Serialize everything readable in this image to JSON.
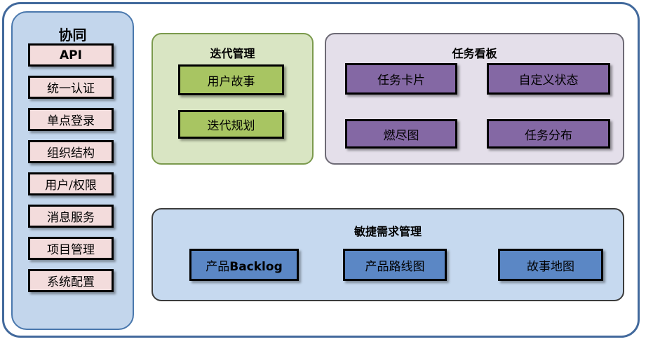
{
  "diagram": {
    "background_color": "#ffffff",
    "frame_color": "#42699c"
  },
  "sidebar": {
    "title": "协同",
    "panel_color": "#c3d6ec",
    "border_color": "#4a78ad",
    "item_color": "#f3dcdc",
    "items": [
      {
        "label": "API",
        "bold": true
      },
      {
        "label": "统一认证",
        "bold": false
      },
      {
        "label": "单点登录",
        "bold": false
      },
      {
        "label": "组织结构",
        "bold": false
      },
      {
        "label": "用户/权限",
        "bold": false
      },
      {
        "label": "消息服务",
        "bold": false
      },
      {
        "label": "项目管理",
        "bold": false
      },
      {
        "label": "系统配置",
        "bold": false
      }
    ]
  },
  "iteration_panel": {
    "title": "迭代管理",
    "panel_color": "#d9e5c3",
    "border_color": "#7b9a4d",
    "item_color": "#a8c562",
    "items": [
      {
        "label": "用户故事"
      },
      {
        "label": "迭代规划"
      }
    ]
  },
  "taskboard_panel": {
    "title": "任务看板",
    "panel_color": "#e4dfea",
    "border_color": "#6d6a75",
    "item_color": "#8468a4",
    "items": [
      {
        "label": "任务卡片"
      },
      {
        "label": "自定义状态"
      },
      {
        "label": "燃尽图"
      },
      {
        "label": "任务分布"
      }
    ]
  },
  "agile_panel": {
    "title": "敏捷需求管理",
    "panel_color": "#c6d9ef",
    "border_color": "#3c3c3c",
    "item_color": "#5b87c5",
    "items": [
      {
        "label": "产品Backlog"
      },
      {
        "label": "产品路线图"
      },
      {
        "label": "故事地图"
      }
    ]
  }
}
